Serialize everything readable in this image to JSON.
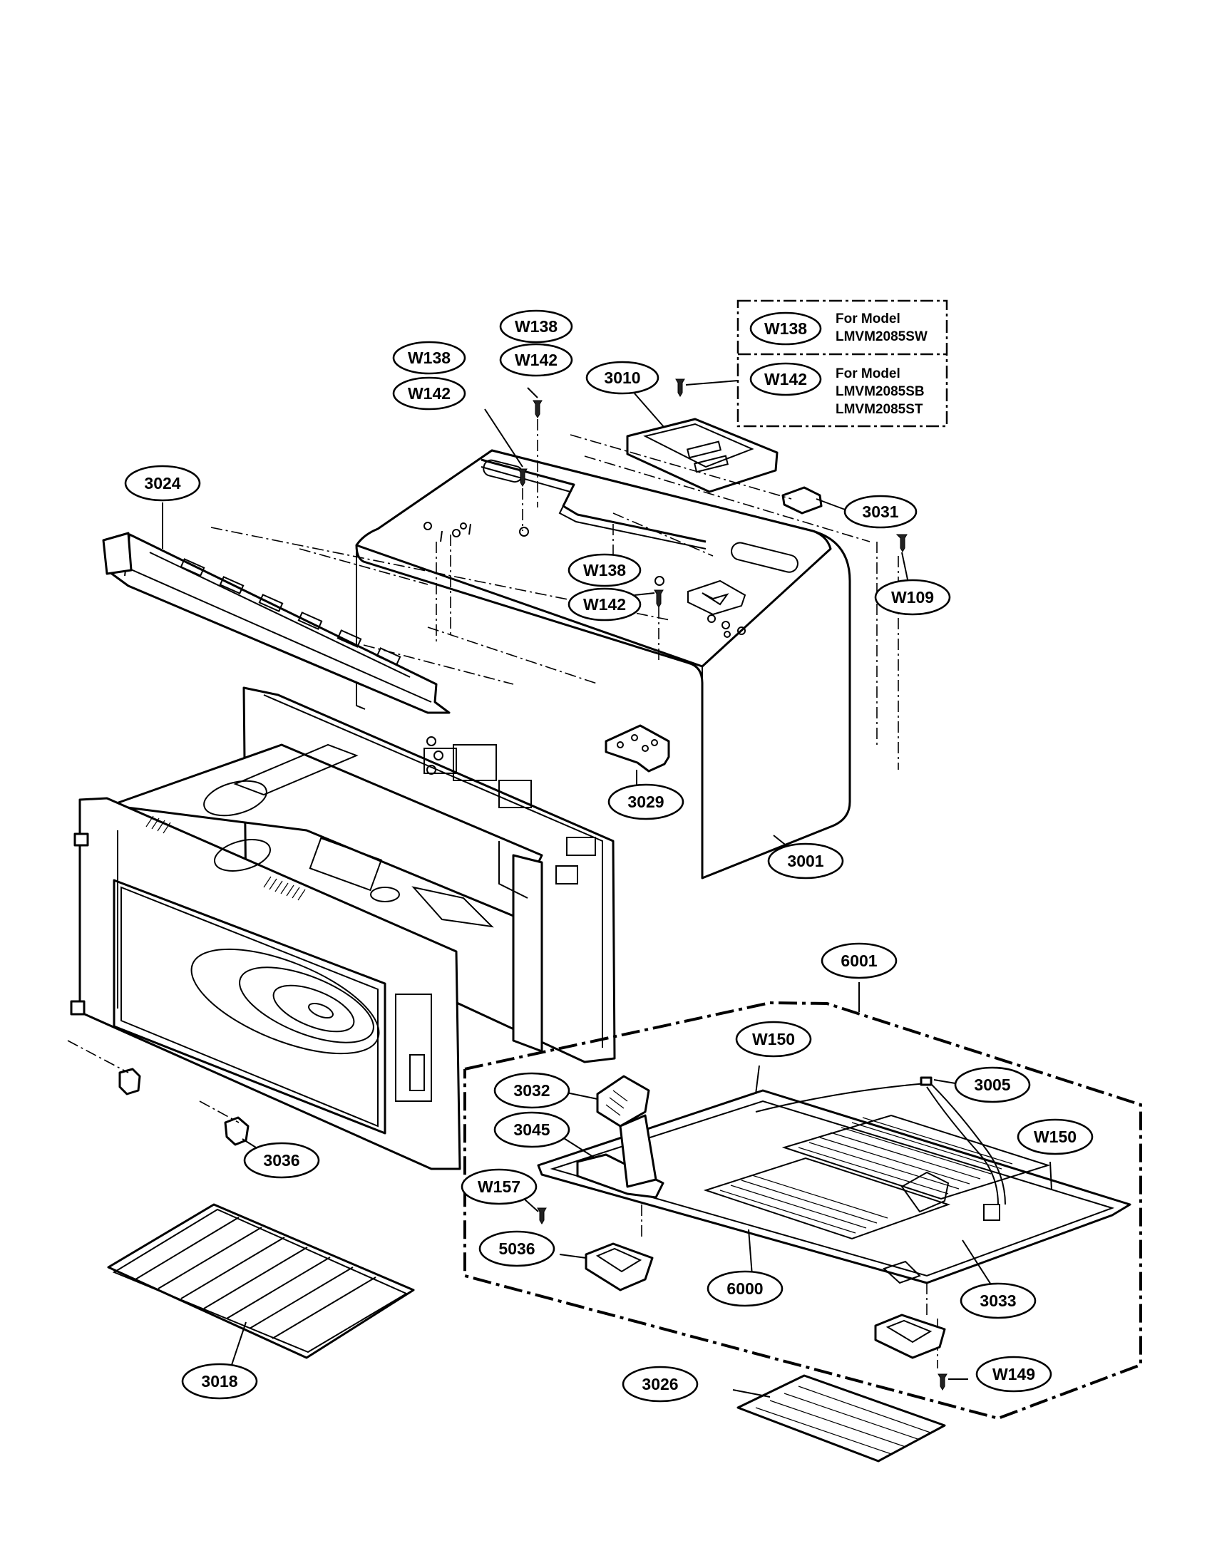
{
  "diagram": {
    "legend": {
      "rows": [
        {
          "callout": "W138",
          "lines": [
            "For Model",
            "LMVM2085SW"
          ]
        },
        {
          "callout": "W142",
          "lines": [
            "For Model",
            "LMVM2085SB",
            "LMVM2085ST"
          ]
        }
      ]
    },
    "callouts": {
      "w138_top": "W138",
      "w142_top": "W142",
      "w138_left": "W138",
      "w142_left": "W142",
      "p3010": "3010",
      "p3024": "3024",
      "p3031": "3031",
      "w109": "W109",
      "w138_mid": "W138",
      "w142_mid": "W142",
      "p3029": "3029",
      "p3001": "3001",
      "p6001": "6001",
      "w150_top": "W150",
      "p3005": "3005",
      "p3032": "3032",
      "p3045": "3045",
      "w150_right": "W150",
      "w157": "W157",
      "p3036": "3036",
      "p5036": "5036",
      "p6000": "6000",
      "p3033": "3033",
      "w149": "W149",
      "p3018": "3018",
      "p3026": "3026"
    }
  }
}
